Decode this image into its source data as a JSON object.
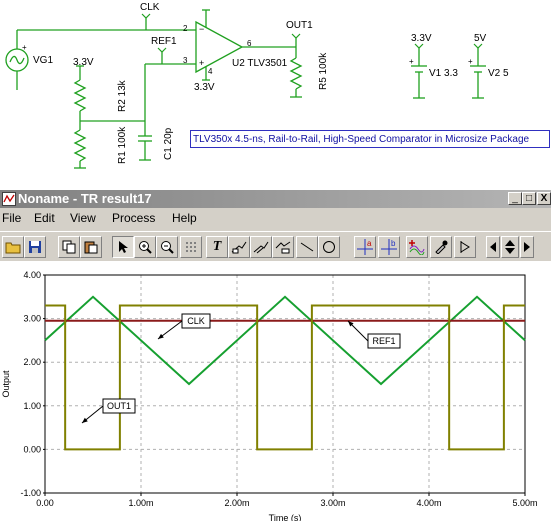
{
  "schematic": {
    "labels": {
      "clk": "CLK",
      "ref1": "REF1",
      "out1": "OUT1",
      "vg1": "VG1",
      "v33_top": "3.3V",
      "v33_opamp": "3.3V",
      "v33_v1": "3.3V",
      "v5_v2": "5V",
      "u2": "U2 TLV3501",
      "r2": "R2 13k",
      "r1": "R1 100k",
      "c1": "C1 20p",
      "r5": "R5 100k",
      "v1": "V1 3.3",
      "v2": "V2 5",
      "pin2": "2",
      "pin3": "3",
      "pin6": "6",
      "pin4": "4"
    },
    "description": "TLV350x 4.5-ns, Rail-to-Rail, High-Speed Comparator in Microsize Package"
  },
  "window": {
    "title": "Noname - TR result17",
    "controls": {
      "minimize": "_",
      "maximize": "□",
      "close": "X"
    },
    "menu": [
      "File",
      "Edit",
      "View",
      "Process",
      "Help"
    ]
  },
  "toolbar": {
    "icons": [
      "open-folder-icon",
      "save-icon",
      "copy-icon",
      "paste-icon",
      "pointer-icon",
      "zoom-in-icon",
      "zoom-out-icon",
      "grid-icon",
      "text-icon",
      "line-label-icon",
      "arrow-label-icon",
      "curve-label-icon",
      "line-icon",
      "circle-icon",
      "cursor-a-icon",
      "cursor-b-icon",
      "add-curve-icon",
      "eyedropper-icon",
      "marker-icon",
      "scroll-left-icon",
      "scroll-updown-icon",
      "scroll-right-icon"
    ]
  },
  "chart_data": {
    "type": "line",
    "ylabel": "Output",
    "xlabel": "Time (s)",
    "ylim": [
      -1.0,
      4.0
    ],
    "xlim": [
      0,
      5.0
    ],
    "x_unit": "ms",
    "yticks": [
      "4.00",
      "3.00",
      "2.00",
      "1.00",
      "0.00",
      "-1.00"
    ],
    "xticks": [
      "0.00",
      "1.00m",
      "2.00m",
      "3.00m",
      "4.00m",
      "5.00m"
    ],
    "grid": true,
    "series": [
      {
        "name": "CLK",
        "color": "#16a030",
        "x": [
          0,
          0.5,
          1.5,
          2.5,
          3.5,
          4.5,
          5.0
        ],
        "y": [
          2.5,
          3.5,
          1.5,
          3.5,
          1.5,
          3.5,
          2.5
        ]
      },
      {
        "name": "REF1",
        "color": "#8b1a1a",
        "x": [
          0,
          5.0
        ],
        "y": [
          2.95,
          2.95
        ]
      },
      {
        "name": "OUT1",
        "color": "#808000",
        "x": [
          0,
          0.21,
          0.21,
          0.78,
          0.78,
          2.21,
          2.21,
          2.78,
          2.78,
          4.21,
          4.21,
          4.78,
          4.78,
          5.0
        ],
        "y": [
          3.3,
          3.3,
          0,
          0,
          3.3,
          3.3,
          0,
          0,
          3.3,
          3.3,
          0,
          0,
          3.3,
          3.3
        ]
      }
    ],
    "annotations": [
      "CLK",
      "REF1",
      "OUT1"
    ]
  }
}
